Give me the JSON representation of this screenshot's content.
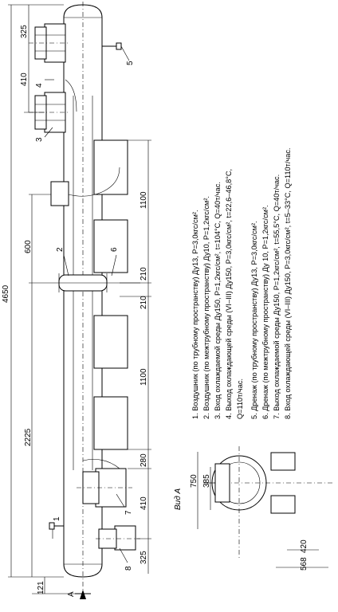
{
  "dimensions": {
    "d325_top": "325",
    "d410_top": "410",
    "d4650": "4650",
    "d600": "600",
    "d2225": "2225",
    "d121": "121",
    "d1100_upper": "1100",
    "d210_a": "210",
    "d210_b": "210",
    "d1100_lower": "1100",
    "d280": "280",
    "d410_bottom": "410",
    "d325_bottom": "325",
    "d750": "750",
    "d385": "385",
    "d420": "420",
    "d568": "568"
  },
  "callouts": {
    "c1": "1",
    "c2": "2",
    "c3": "3",
    "c4": "4",
    "c5": "5",
    "c6": "6",
    "c7": "7",
    "c8": "8"
  },
  "section_mark": "A",
  "view_label": "Вид А",
  "legend": [
    "1. Воздушник (по трубному пространству) Ду13, Р=3,0кгс/см².",
    "2. Воздушник (по межтрубному пространству) Ду10, Р=1,2кгс/см².",
    "3. Вход охлаждаемой среды Ду150, Р=1,2кгс/см², t=104°С, Q=40т/час.",
    "4. Выход охлаждающей среды (VI–III) Ду150, Р=3,0кгс/см², t=22,6–46,8°С,",
    "    Q=110т/час.",
    "5. Дренаж (по трубному пространству) Ду13, Р=3,0кгс/см².",
    "6. Дренаж (по межтрубному пространству) Ду 10, Р=1,2кгс/см².",
    "7. Выход охлаждаемой среды Ду150, Р=1,2кгс/см², t=55,5°С, Q=40т/час.",
    "8. Вход охлаждающей среды (VI–III) Ду150, Р=3,0кгс/см², t=5–33°С, Q=110т/час."
  ]
}
